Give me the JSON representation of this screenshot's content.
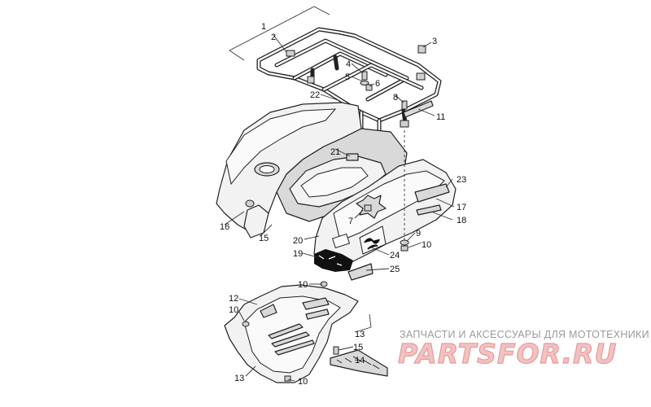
{
  "callouts": [
    {
      "id": "c1",
      "text": "1"
    },
    {
      "id": "c2",
      "text": "2"
    },
    {
      "id": "c3",
      "text": "3"
    },
    {
      "id": "c4",
      "text": "4"
    },
    {
      "id": "c5",
      "text": "5"
    },
    {
      "id": "c6",
      "text": "6"
    },
    {
      "id": "c7",
      "text": "7"
    },
    {
      "id": "c8",
      "text": "8"
    },
    {
      "id": "c9",
      "text": "9"
    },
    {
      "id": "c10a",
      "text": "10"
    },
    {
      "id": "c10b",
      "text": "10"
    },
    {
      "id": "c10c",
      "text": "10"
    },
    {
      "id": "c10d",
      "text": "10"
    },
    {
      "id": "c11",
      "text": "11"
    },
    {
      "id": "c12",
      "text": "12"
    },
    {
      "id": "c13a",
      "text": "13"
    },
    {
      "id": "c13b",
      "text": "13"
    },
    {
      "id": "c14",
      "text": "14"
    },
    {
      "id": "c15a",
      "text": "15"
    },
    {
      "id": "c15b",
      "text": "15"
    },
    {
      "id": "c16",
      "text": "16"
    },
    {
      "id": "c17",
      "text": "17"
    },
    {
      "id": "c18",
      "text": "18"
    },
    {
      "id": "c19",
      "text": "19"
    },
    {
      "id": "c20",
      "text": "20"
    },
    {
      "id": "c21",
      "text": "21"
    },
    {
      "id": "c22",
      "text": "22"
    },
    {
      "id": "c23",
      "text": "23"
    },
    {
      "id": "c24",
      "text": "24"
    },
    {
      "id": "c25",
      "text": "25"
    }
  ],
  "watermark": {
    "tagline": "ЗАПЧАСТИ И АКСЕССУАРЫ ДЛЯ МОТОТЕХНИКИ",
    "brand": "PARTSFOR.RU"
  },
  "colors": {
    "line": "#222222",
    "part_fill": "#f2f2f2",
    "watermark_text": "#9a9a9a",
    "watermark_brand": "#f2c2c2"
  }
}
